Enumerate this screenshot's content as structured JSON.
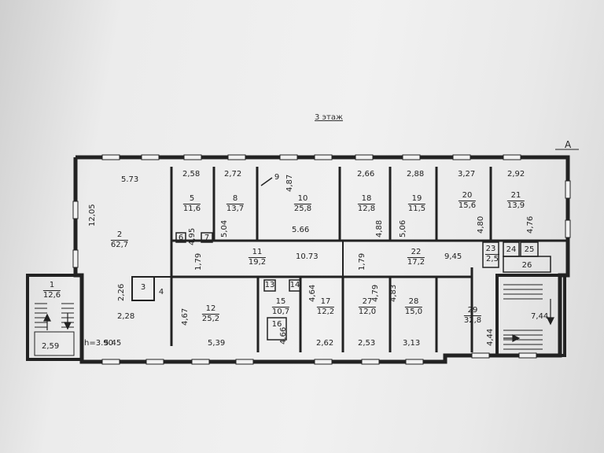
{
  "floor_title": "3 этаж",
  "axis_label": "A",
  "height_note": "h=3.90",
  "rooms": [
    {
      "id": "r1",
      "no": "1",
      "area": "12,6"
    },
    {
      "id": "r2",
      "no": "2",
      "area": "62,7"
    },
    {
      "id": "r3",
      "no": "3"
    },
    {
      "id": "r4",
      "no": "4"
    },
    {
      "id": "r5",
      "no": "5",
      "area": "11,6"
    },
    {
      "id": "r6",
      "no": "6"
    },
    {
      "id": "r7",
      "no": "7"
    },
    {
      "id": "r8",
      "no": "8",
      "area": "13,7"
    },
    {
      "id": "r9",
      "no": "9"
    },
    {
      "id": "r10",
      "no": "10",
      "area": "25,8"
    },
    {
      "id": "r11",
      "no": "11",
      "area": "19,2"
    },
    {
      "id": "r12",
      "no": "12",
      "area": "25,2"
    },
    {
      "id": "r13",
      "no": "13"
    },
    {
      "id": "r14",
      "no": "14"
    },
    {
      "id": "r15",
      "no": "15",
      "area": "10,7"
    },
    {
      "id": "r16",
      "no": "16"
    },
    {
      "id": "r17",
      "no": "17",
      "area": "12,2"
    },
    {
      "id": "r18",
      "no": "18",
      "area": "12,8"
    },
    {
      "id": "r19",
      "no": "19",
      "area": "11,5"
    },
    {
      "id": "r20",
      "no": "20",
      "area": "15,6"
    },
    {
      "id": "r21",
      "no": "21",
      "area": "13,9"
    },
    {
      "id": "r22",
      "no": "22",
      "area": "17,2"
    },
    {
      "id": "r23",
      "no": "23",
      "area": "2,5"
    },
    {
      "id": "r24",
      "no": "24"
    },
    {
      "id": "r25",
      "no": "25"
    },
    {
      "id": "r26",
      "no": "26"
    },
    {
      "id": "r27",
      "no": "27",
      "area": "12,0"
    },
    {
      "id": "r28",
      "no": "28",
      "area": "15,0"
    },
    {
      "id": "r29",
      "no": "29",
      "area": "32,8"
    }
  ],
  "dimensions": [
    "5.73",
    "12,05",
    "2,26",
    "2,28",
    "5.45",
    "2,59",
    "2,58",
    "4,95",
    "2,72",
    "5,04",
    "4,87",
    "5.66",
    "2,66",
    "4,88",
    "2,88",
    "5,06",
    "3,27",
    "4,80",
    "2,92",
    "4,76",
    "1,79",
    "10.73",
    "1,79",
    "9,45",
    "4,67",
    "5,39",
    "4,66",
    "4,64",
    "2,62",
    "4,79",
    "2,53",
    "4,83",
    "3,13",
    "4,44",
    "7,44"
  ]
}
